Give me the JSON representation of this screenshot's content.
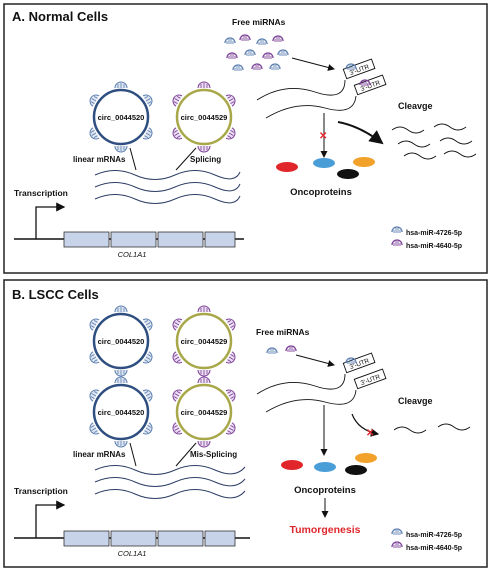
{
  "panel_a": {
    "title": "A. Normal Cells",
    "free_mirnas": "Free miRNAs",
    "circ_left": "circ_0044520",
    "circ_right": "circ_0044529",
    "linear_mrnas": "linear mRNAs",
    "splicing": "Splicing",
    "utr": "3'-UTR",
    "cleavage": "Cleavge",
    "oncoproteins": "Oncoproteins",
    "transcription": "Transcription",
    "gene": "COL1A1",
    "legend_blue": "hsa-miR-4726-5p",
    "legend_purple": "hsa-miR-4640-5p"
  },
  "panel_b": {
    "title": "B. LSCC Cells",
    "free_mirnas": "Free miRNAs",
    "circ_left": "circ_0044520",
    "circ_right": "circ_0044529",
    "linear_mrnas": "linear mRNAs",
    "splicing": "Mis-Splicing",
    "utr": "3'-UTR",
    "cleavage": "Cleavge",
    "oncoproteins": "Oncoproteins",
    "tumorigenesis": "Tumorgenesis",
    "transcription": "Transcription",
    "gene": "COL1A1",
    "legend_blue": "hsa-miR-4726-5p",
    "legend_purple": "hsa-miR-4640-5p"
  },
  "colors": {
    "blue_mirna": "#5b7fb0",
    "purple_mirna": "#7b3f98",
    "circ_blue_ring": "#2f4f80",
    "circ_green_ring": "#a8a84a",
    "protein_red": "#e0262b",
    "protein_blue": "#4a9ed8",
    "protein_black": "#111111",
    "protein_orange": "#f2a12a",
    "tumorigenesis_red": "#e0262b",
    "exon_fill": "#c7d3e8"
  }
}
